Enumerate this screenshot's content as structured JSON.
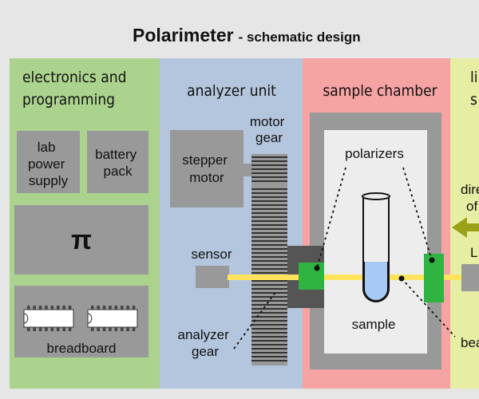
{
  "title": {
    "main": "Polarimeter",
    "sub": "- schematic design"
  },
  "sections": {
    "electronics": {
      "label_line1": "electronics and",
      "label_line2": "programming",
      "color": "#acd38e"
    },
    "analyzer": {
      "label": "analyzer unit",
      "color": "#b4c6dd"
    },
    "sample_chamber": {
      "label": "sample chamber",
      "color": "#f6a3a3"
    },
    "light": {
      "label_line1": "li",
      "label_line2": "s",
      "color": "#e5eea2"
    }
  },
  "components": {
    "lab_power_supply": [
      "lab",
      "power",
      "supply"
    ],
    "battery_pack": [
      "battery",
      "pack"
    ],
    "raspberry_pi": "π",
    "breadboard": "breadboard",
    "stepper_motor": [
      "stepper",
      "motor"
    ],
    "motor_gear": [
      "motor",
      "gear"
    ],
    "sensor": "sensor",
    "analyzer_gear": [
      "analyzer",
      "gear"
    ],
    "polarizers": "polarizers",
    "sample": "sample",
    "direction": [
      "dire",
      "of"
    ],
    "light_source_label": "L",
    "beam_label": "bea"
  },
  "colors": {
    "gray_box": "#999999",
    "polarizer_green": "#2fb341",
    "beam_yellow": "#ffe35c",
    "arrow_olive": "#9ba019",
    "sample_liquid": "#a6c9f5",
    "gear_stripes": "#333333"
  }
}
